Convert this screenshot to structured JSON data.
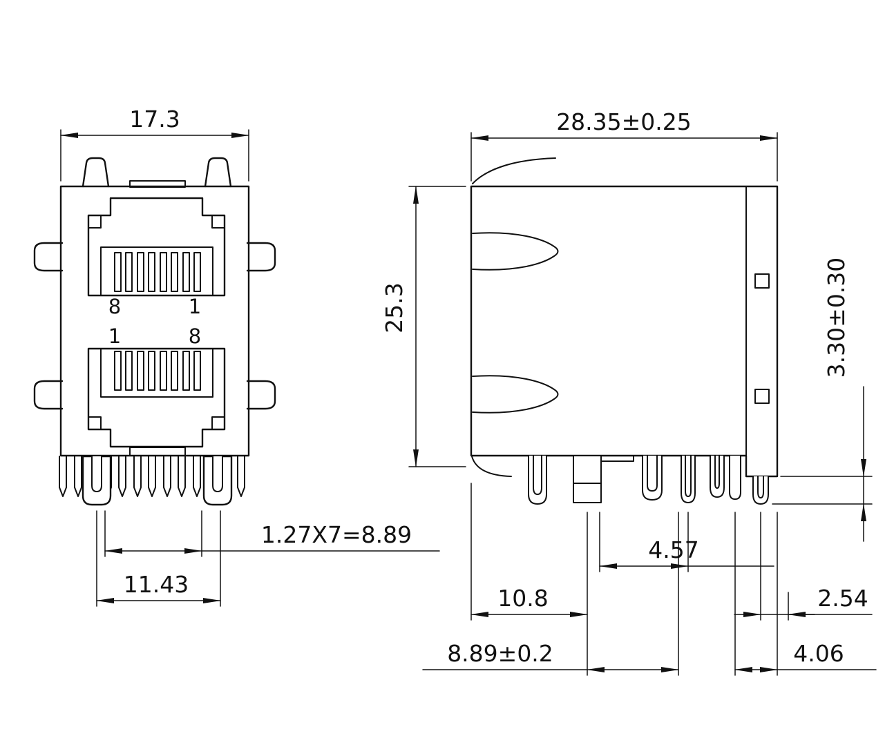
{
  "dims": {
    "front_width": "17.3",
    "pin_pitch": "1.27X7=8.89",
    "lock_span": "11.43",
    "side_width": "28.35±0.25",
    "side_height": "25.3",
    "pin_protrusion": "3.30±0.30",
    "d457": "4.57",
    "d108": "10.8",
    "d254": "2.54",
    "d889": "8.89±0.2",
    "d406": "4.06"
  },
  "pins": {
    "upper_left": "8",
    "upper_right": "1",
    "lower_left": "1",
    "lower_right": "8"
  },
  "colors": {
    "line": "#111111",
    "background": "#ffffff"
  }
}
